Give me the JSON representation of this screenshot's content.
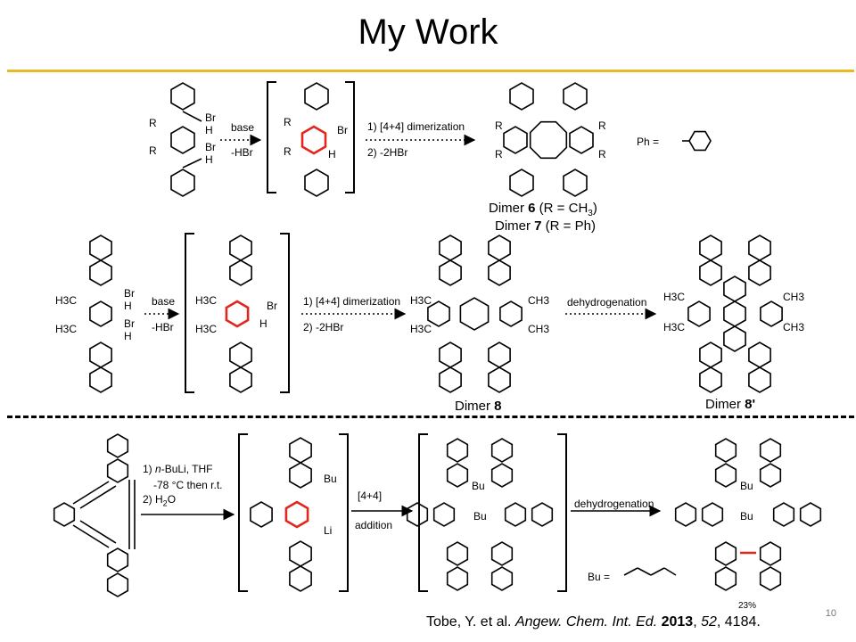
{
  "title": "My Work",
  "page_number": "10",
  "colors": {
    "accent_rule": "#e8b923",
    "highlight": "#e0261d",
    "ink": "#000000"
  },
  "row1": {
    "reactant_labels": [
      "R",
      "R",
      "Br",
      "H",
      "Br",
      "H"
    ],
    "arrow1_top": "base",
    "arrow1_bottom": "-HBr",
    "intermediate_labels": [
      "R",
      "R",
      "Br",
      "H"
    ],
    "arrow2_top": "1) [4+4] dimerization",
    "arrow2_bottom": "2) -2HBr",
    "product_labels": [
      "R",
      "R",
      "R",
      "R"
    ],
    "ph_label": "Ph =",
    "dimer6_a": "Dimer ",
    "dimer6_b": "6",
    "dimer6_c": " (R = CH",
    "dimer6_d": "3",
    "dimer6_e": ")",
    "dimer7_a": "Dimer ",
    "dimer7_b": "7",
    "dimer7_c": " (R = Ph)"
  },
  "row2": {
    "reactant_labels": [
      "H3C",
      "H3C",
      "Br",
      "H",
      "Br",
      "H"
    ],
    "arrow1_top": "base",
    "arrow1_bottom": "-HBr",
    "intermediate_labels": [
      "H3C",
      "H3C",
      "Br",
      "H"
    ],
    "arrow2_top": "1) [4+4] dimerization",
    "arrow2_bottom": "2) -2HBr",
    "product_labels": [
      "H3C",
      "H3C",
      "CH3",
      "CH3"
    ],
    "arrow3_top": "dehydrogenation",
    "final_labels": [
      "H3C",
      "H3C",
      "CH3",
      "CH3"
    ],
    "dimer8_a": "Dimer ",
    "dimer8_b": "8",
    "dimer8p_a": "Dimer ",
    "dimer8p_b": "8'"
  },
  "row3": {
    "arrow1_line1_a": "1) ",
    "arrow1_line1_b": "n",
    "arrow1_line1_c": "-BuLi, THF",
    "arrow1_line2": "-78 °C then r.t.",
    "arrow1_line3_a": "2) H",
    "arrow1_line3_b": "2",
    "arrow1_line3_c": "O",
    "intermediate_labels": [
      "Bu",
      "Li"
    ],
    "arrow2_top": "[4+4]",
    "arrow2_bottom": "addition",
    "product_labels": [
      "Bu",
      "Bu"
    ],
    "arrow3_top": "dehydrogenation",
    "final_labels": [
      "Bu",
      "Bu"
    ],
    "bu_label": "Bu =",
    "yield": "23%"
  },
  "citation": {
    "authors": "Tobe, Y. et al. ",
    "journal": "Angew. Chem. Int. Ed.",
    "year": " 2013",
    "volume": "52",
    "pages": ", 4184."
  }
}
